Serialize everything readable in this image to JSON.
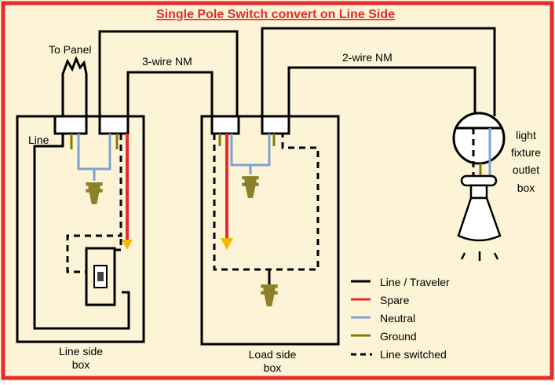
{
  "title": "Single Pole Switch convert on Line Side",
  "labels": {
    "to_panel": "To Panel",
    "three_wire": "3-wire NM",
    "two_wire": "2-wire NM",
    "line": "Line",
    "line_box": [
      "Line side",
      "box"
    ],
    "load_box": [
      "Load side",
      "box"
    ],
    "fixture_box": [
      "light",
      "fixture",
      "outlet",
      "box"
    ]
  },
  "legend": [
    {
      "label": "Line / Traveler",
      "color": "#000000",
      "style": "solid"
    },
    {
      "label": "Spare",
      "color": "#e52b2b",
      "style": "solid"
    },
    {
      "label": "Neutral",
      "color": "#7fa3cf",
      "style": "solid"
    },
    {
      "label": "Ground",
      "color": "#7d7d00",
      "style": "solid"
    },
    {
      "label": "Line switched",
      "color": "#000000",
      "style": "dashed"
    }
  ],
  "colors": {
    "background": "#fdf3d6",
    "frame": "#e52b2b",
    "title": "#e52b2b",
    "line": "#000000",
    "spare": "#e52b2b",
    "neutral": "#7fa3cf",
    "ground": "#7d7d00",
    "wirenut": "#8c8128",
    "arrow": "#f5b800"
  }
}
